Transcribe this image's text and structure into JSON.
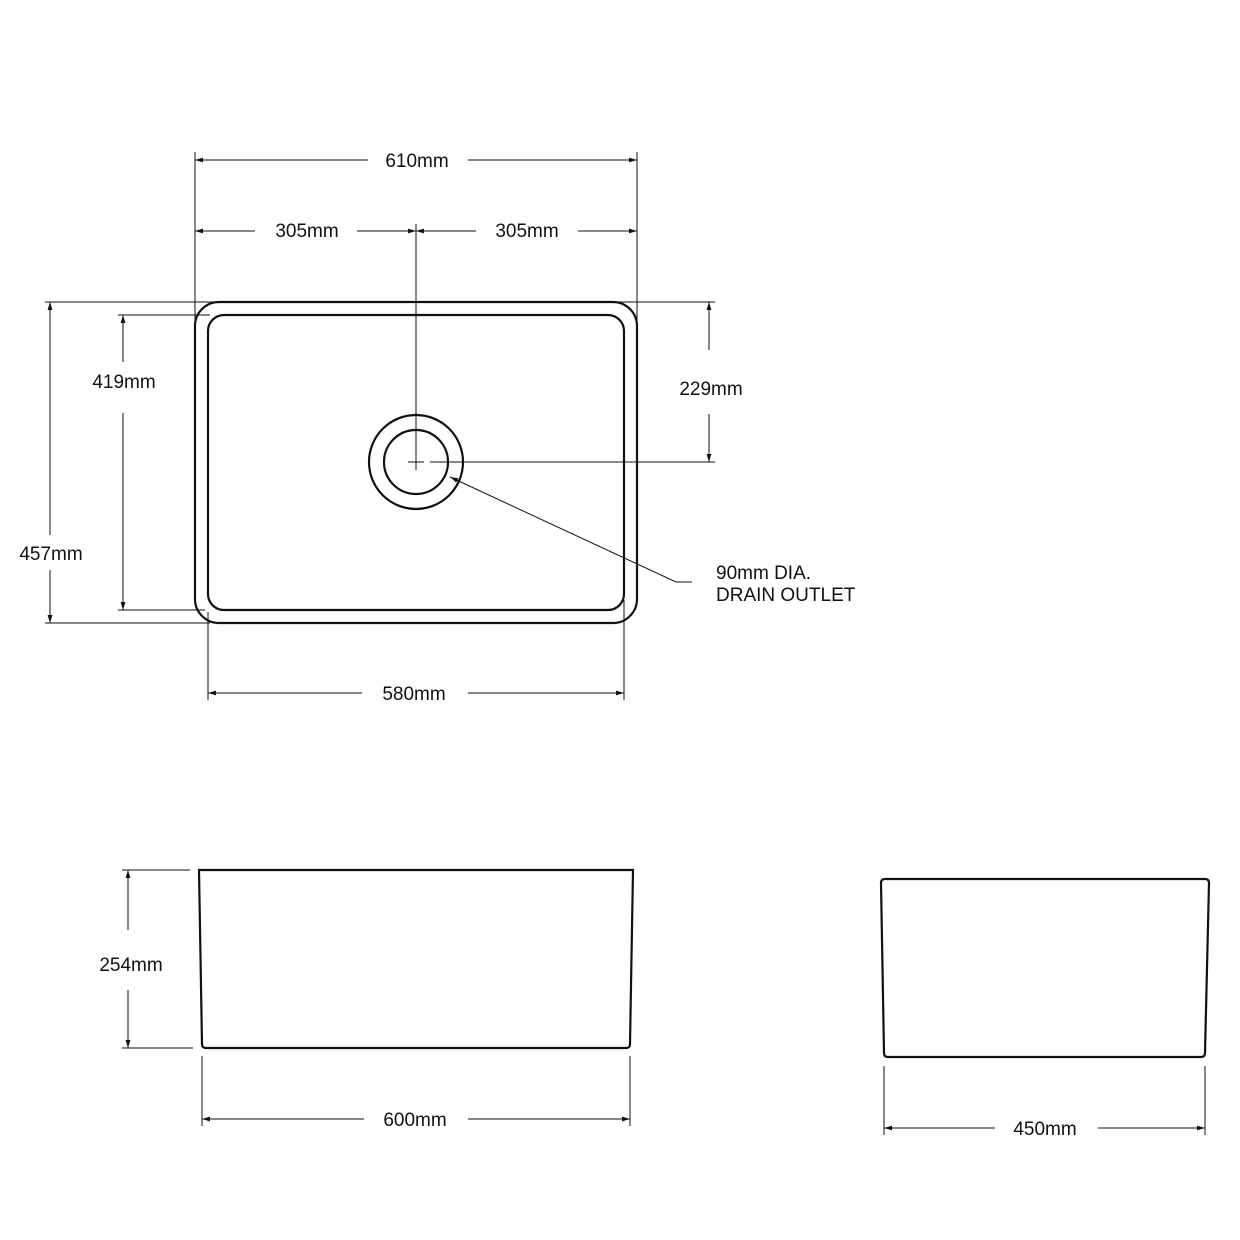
{
  "plan_view": {
    "overall_width": "610mm",
    "half_width_left": "305mm",
    "half_width_right": "305mm",
    "overall_depth": "457mm",
    "inner_depth": "419mm",
    "drain_offset": "229mm",
    "inner_width": "580mm",
    "drain_label_line1": "90mm  DIA.",
    "drain_label_line2": "DRAIN OUTLET"
  },
  "front_view": {
    "height": "254mm",
    "width": "600mm"
  },
  "side_view": {
    "width": "450mm"
  },
  "colors": {
    "line": "#111111",
    "background": "#ffffff"
  }
}
